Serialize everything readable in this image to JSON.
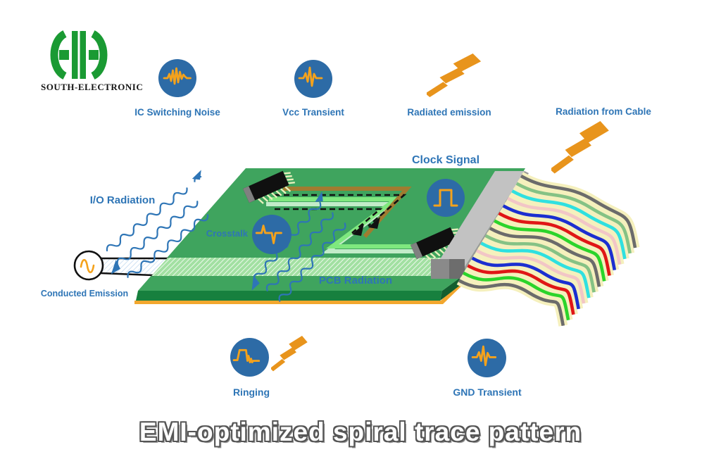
{
  "brand": {
    "name": "SOUTH-ELECTRONIC"
  },
  "labels": {
    "ic_switching_noise": "IC Switching Noise",
    "vcc_transient": "Vcc Transient",
    "radiated_emission": "Radiated emission",
    "radiation_from_cable": "Radiation from Cable",
    "clock_signal": "Clock Signal",
    "crosstalk": "Crosstalk",
    "pcb_radiation": "PCB Radiation",
    "io_radiation": "I/O Radiation",
    "conducted_emission": "Conducted Emission",
    "ringing": "Ringing",
    "gnd_transient": "GND Transient"
  },
  "title": "EMI-optimized spiral trace pattern",
  "colors": {
    "label_blue": "#2e75b6",
    "icon_circle_blue": "#2d6ba6",
    "waveform_orange": "#f4a21c",
    "bolt_orange": "#e8941c",
    "logo_green": "#1a9a33",
    "pcb_green": "#3fa45e",
    "pcb_edge_green": "#17803e",
    "pcb_copper_orange": "#f2a72e",
    "trace_green": "#7fe87f",
    "trace_brown": "#a07c30",
    "ribbon_base": "#f5f0bd",
    "ribbon_wires": [
      "#6b6b6b",
      "#85c285",
      "#2fe0e0",
      "#f2c6c6",
      "#1b2fd0",
      "#e01616",
      "#2bd42b",
      "#6b6b6b",
      "#85c285",
      "#2fe0e0",
      "#f2c6c6",
      "#1b2fd0",
      "#e01616",
      "#2bd42b",
      "#6b6b6b"
    ]
  }
}
